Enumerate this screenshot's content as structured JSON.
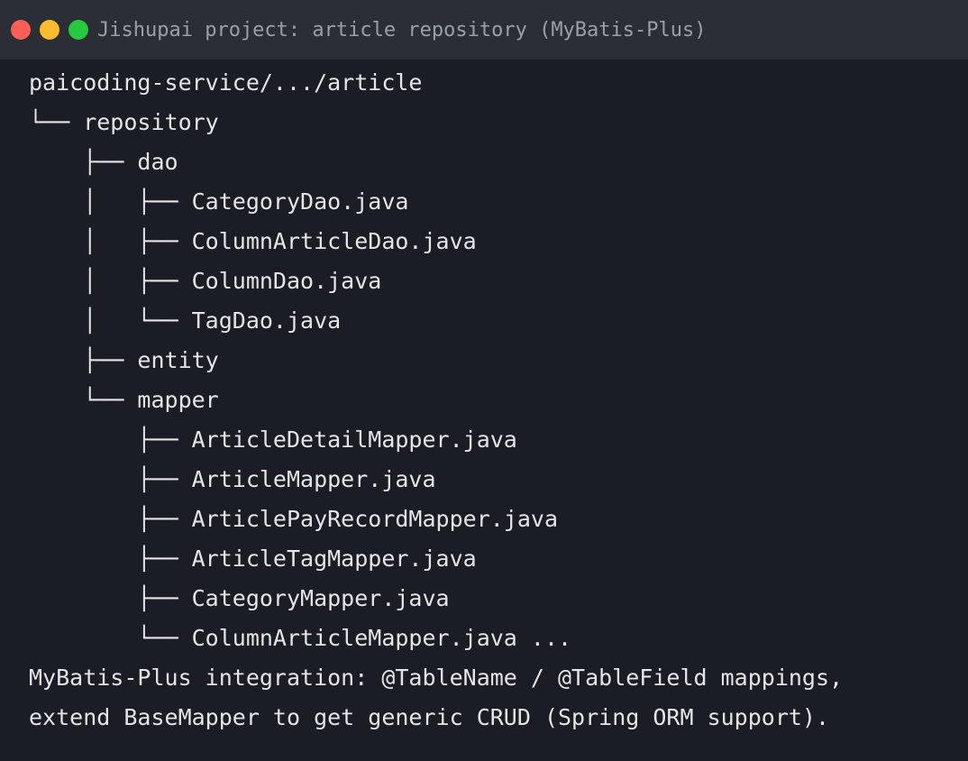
{
  "window": {
    "title": "Jishupai project: article repository (MyBatis-Plus)",
    "buttons": {
      "close": "close",
      "minimize": "minimize",
      "maximize": "maximize"
    }
  },
  "terminal": {
    "lines": [
      "paicoding-service/.../article",
      "└── repository",
      "    ├── dao",
      "    │   ├── CategoryDao.java",
      "    │   ├── ColumnArticleDao.java",
      "    │   ├── ColumnDao.java",
      "    │   └── TagDao.java",
      "    ├── entity",
      "    └── mapper",
      "        ├── ArticleDetailMapper.java",
      "        ├── ArticleMapper.java",
      "        ├── ArticlePayRecordMapper.java",
      "        ├── ArticleTagMapper.java",
      "        ├── CategoryMapper.java",
      "        └── ColumnArticleMapper.java ...",
      "MyBatis-Plus integration: @TableName / @TableField mappings,",
      "extend BaseMapper to get generic CRUD (Spring ORM support)."
    ]
  },
  "colors": {
    "background": "#1a1d23",
    "titlebar": "#2b2e35",
    "text": "#e3e5e8",
    "title_text": "#9aa0a8",
    "close": "#ff5f57",
    "minimize": "#febc2e",
    "maximize": "#28c840"
  }
}
